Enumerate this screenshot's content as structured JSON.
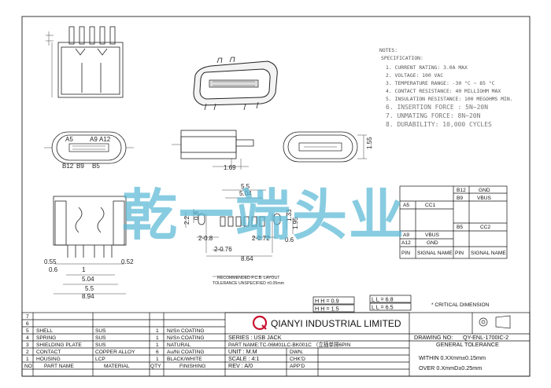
{
  "notes": {
    "heading": "NOTES:",
    "sub": "SPECIFICATION:",
    "items": [
      "1. CURRENT RATING: 3.0A MAX",
      "2. VOLTAGE: 100 VAC",
      "3. TEMPERATURE RANGE: -30 °C ~ 85 °C",
      "4. CONTACT RESISTANCE: 40 MILLIOHM MAX",
      "5. INSULATION RESISTANCE: 100 MEGOHMS MIN.",
      "6. INSERTION FORCE : 5N~20N",
      "7. UNMATING FORCE: 8N~20N",
      "8. DURABILITY:  10,000 CYCLES"
    ]
  },
  "watermark": "乾一端头业",
  "pin_labels": {
    "top": [
      "A5",
      "A9",
      "A12"
    ],
    "bottom": [
      "B12",
      "B9",
      "B5"
    ]
  },
  "dimensions": {
    "d_1_69": "1.69",
    "d_1_55": "1.55",
    "d_5_5_top": "5.5",
    "d_5_04_top": "5.04",
    "d_2_2": "2.2",
    "d_0_8": "0.8",
    "d_1_33": "1.33",
    "d_1_95": "1.95",
    "d_2_0_8": "2-0.8",
    "d_2_0_72": "2-0.72",
    "d_0_6_right": "0.6",
    "d_2_0_76": "2-0.76",
    "d_8_64": "8.64",
    "d_0_55": "0.55",
    "d_0_6_left": "0.6",
    "d_1": "1",
    "d_5_04": "5.04",
    "d_5_5": "5.5",
    "d_8_94": "8.94",
    "d_0_52": "0.52"
  },
  "pcb_layout": {
    "line1": "RECOMMENDED P.C.B. LAYOUT",
    "line2": "TOLERANCE UNSPECIFIED ±0.05mm"
  },
  "signal_table": {
    "header": [
      "PIN",
      "SIGNAL NAME",
      "PIN",
      "SIGNAL NAME"
    ],
    "left_rows": [
      [
        "A5",
        "CC1"
      ],
      [
        "A9",
        "VBUS"
      ],
      [
        "A12",
        "GND"
      ]
    ],
    "right_rows": [
      [
        "B12",
        "GND"
      ],
      [
        "B9",
        "VBUS"
      ],
      [
        "B5",
        "CC2"
      ]
    ]
  },
  "hh_ll": {
    "hh1": "H H = 0.9",
    "hh2": "H H = 1.5",
    "ll1": "L L = 6.8",
    "ll2": "L L = 6.5",
    "critical": "* CRITICAL  DIMENSION"
  },
  "bom": {
    "row_numbers": [
      "7",
      "6",
      "5",
      "4",
      "3",
      "2",
      "1"
    ],
    "rows": [
      {
        "no": "5",
        "part": "SHELL",
        "material": "SUS",
        "qty": "1",
        "finish": "Ni/Sn COATING"
      },
      {
        "no": "4",
        "part": "SPRING",
        "material": "SUS",
        "qty": "1",
        "finish": "Ni/Sn COATING"
      },
      {
        "no": "3",
        "part": "SHIELDING PLATE",
        "material": "SUS",
        "qty": "1",
        "finish": "NATURAL"
      },
      {
        "no": "2",
        "part": "CONTACT",
        "material": "COPPER ALLOY",
        "qty": "6",
        "finish": "Au/Ni COATING"
      },
      {
        "no": "1",
        "part": "HOUSING",
        "material": "LCP",
        "qty": "1",
        "finish": "BLACK/WHITE"
      }
    ],
    "header": [
      "NO",
      "PART NAME",
      "MATERIAL",
      "QTY",
      "FINISHING"
    ]
  },
  "title_block": {
    "company": "QIANYI INDUSTRIAL LIMITED",
    "series": "SERIES : USB JACK",
    "part_name": "PART NAME:TC-06M01LC-BK001C （立插单排6PIN",
    "unit": "UNIT : M.M",
    "scale": "SCALE : 4:1",
    "rev": "REV  : A/0",
    "dwn": "DWN.",
    "chkd": "CHK'D",
    "appd": "APP'D",
    "drawing_no_label": "DRAWING NO:",
    "drawing_no": "QY-ENL-1700IC-2",
    "tolerance_title": "GENERAL TOLERANCE",
    "tol1": "WITHIN 0.XXmm±0.15mm",
    "tol2": "OVER  0.XmmD±0.25mm"
  }
}
